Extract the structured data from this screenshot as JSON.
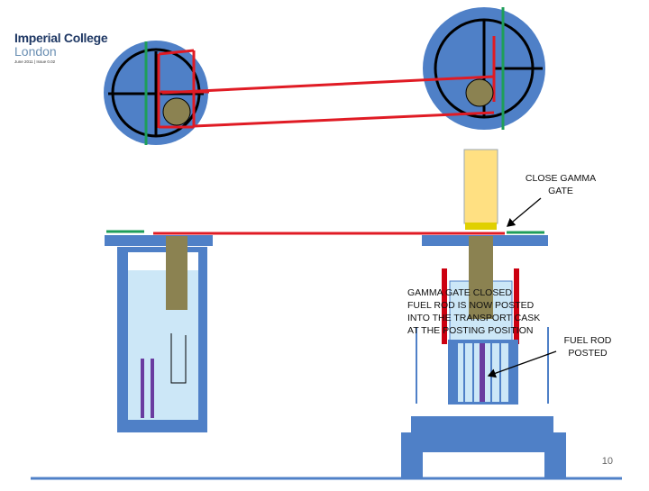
{
  "header": {
    "logo_line1": "Imperial College",
    "logo_line2": "London",
    "date_issue": "June 2011 | Issue 0.02"
  },
  "labels": {
    "close_gamma_gate": [
      "CLOSE GAMMA",
      "GATE"
    ],
    "gamma_gate_closed": [
      "GAMMA GATE CLOSED",
      "FUEL ROD IS NOW POSTED",
      "INTO THE TRANSPORT CASK",
      "AT THE POSTING POSITION"
    ],
    "fuel_rod_posted": [
      "FUEL ROD",
      "POSTED"
    ]
  },
  "page_number": "10",
  "colors": {
    "steel_blue": "#4472c4",
    "light_water": "#cce7f7",
    "wire_red": "#e01b24",
    "rod_olive": "#8b8251",
    "pole_green": "#1e9e5a",
    "gate_yellow": "#ffe082",
    "rod_purple": "#6a3ca0"
  }
}
